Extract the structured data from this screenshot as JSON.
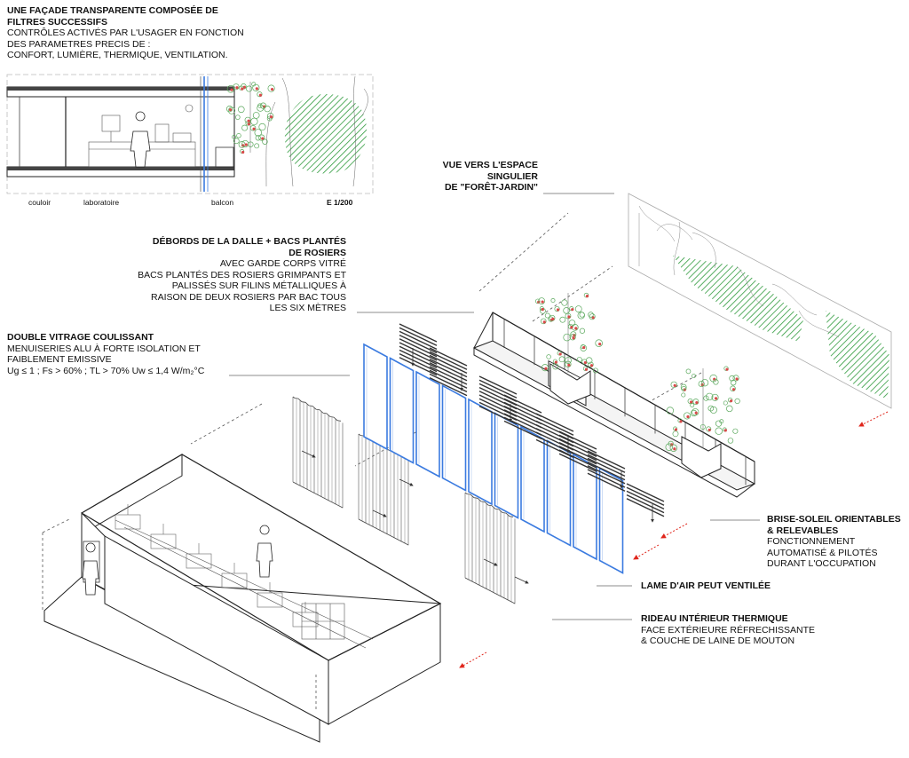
{
  "intro": {
    "title": [
      "UNE FAÇADE TRANSPARENTE COMPOSÉE DE",
      "FILTRES SUCCESSIFS"
    ],
    "lines": [
      "CONTRÔLES ACTIVÉS PAR L'USAGER EN FONCTION",
      "DES PARAMETRES PRECIS DE :",
      "CONFORT, LUMIÈRE, THERMIQUE, VENTILATION."
    ]
  },
  "section": {
    "labels": [
      "couloir",
      "laboratoire",
      "balcon"
    ],
    "scale": "E 1/200"
  },
  "vue": {
    "title": [
      "VUE VERS L'ESPACE",
      "SINGULIER",
      "DE \"FORÊT-JARDIN\""
    ]
  },
  "debords": {
    "title": [
      "DÉBORDS DE LA DALLE + BACS PLANTÉS",
      "DE ROSIERS"
    ],
    "lines": [
      "AVEC GARDE CORPS VITRÉ",
      "BACS PLANTÉS DES ROSIERS GRIMPANTS ET",
      "PALISSÉS SUR FILINS MÉTALLIQUES À",
      "RAISON DE DEUX ROSIERS PAR BAC TOUS",
      "LES SIX MÈTRES"
    ]
  },
  "vitrage": {
    "title": [
      "DOUBLE VITRAGE COULISSANT"
    ],
    "lines": [
      "MENUISERIES ALU À FORTE ISOLATION ET",
      "FAIBLEMENT EMISSIVE",
      "Ug ≤ 1 ; Fs  > 60% ; TL > 70% Uw ≤ 1,4 W/m₂°C"
    ]
  },
  "brise": {
    "title": [
      "BRISE-SOLEIL ORIENTABLES",
      "& RELEVABLES"
    ],
    "lines": [
      "FONCTIONNEMENT",
      "AUTOMATISÉ & PILOTÉS",
      "DURANT  L'OCCUPATION"
    ]
  },
  "lame": {
    "title": [
      "LAME D'AIR PEUT VENTILÉE"
    ]
  },
  "rideau": {
    "title": [
      "RIDEAU INTÉRIEUR THERMIQUE"
    ],
    "lines": [
      "FACE EXTÉRIEURE  RÉFRECHISSANTE",
      "& COUCHE DE LAINE DE MOUTON"
    ]
  },
  "colors": {
    "glass": "#3b7be0",
    "hatch": "#2e9a3c",
    "arrow": "#e0261c",
    "line": "#222222",
    "flower": "#d94a4a",
    "leaf": "#5aa85c"
  }
}
